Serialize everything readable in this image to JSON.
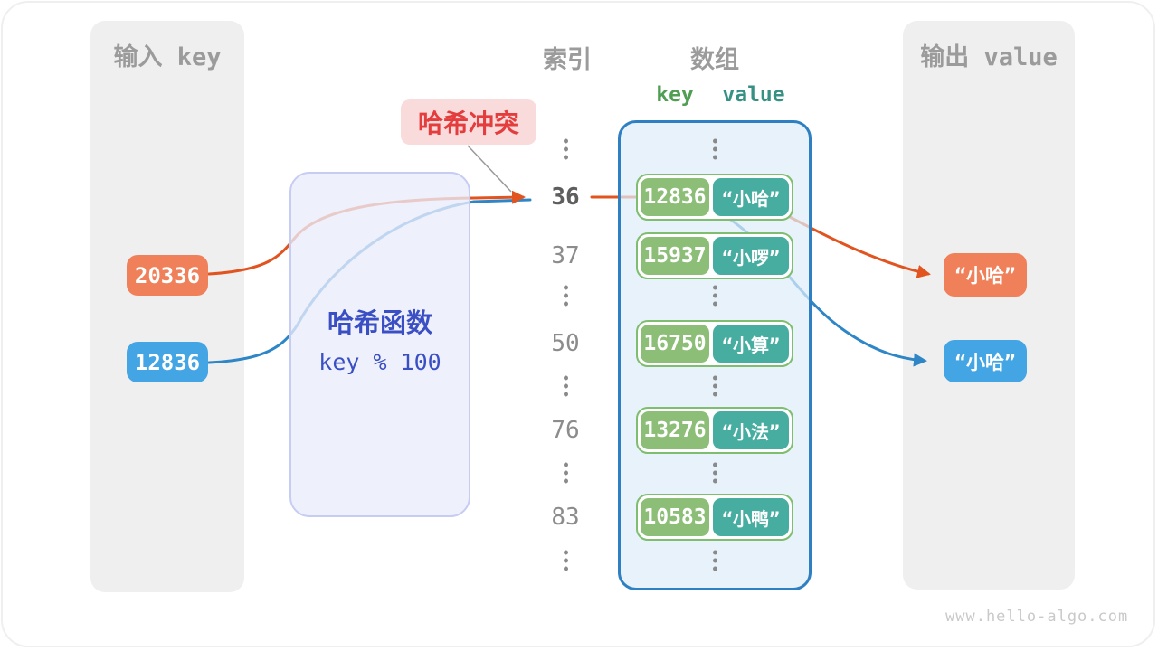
{
  "canvas": {
    "watermark": "www.hello-algo.com"
  },
  "colors": {
    "panel-bg": "#efefef",
    "panel-title": "#9b9b9b",
    "index-text": "#8c8c8c",
    "index-highlight": "#5e5e5e",
    "badge-orange": "#f0805a",
    "badge-blue": "#43a5e3",
    "arrow-orange": "#e2541f",
    "arrow-blue": "#2e86c6",
    "key-green": "#8cbe77",
    "pair-border": "#7fbd6f",
    "value-teal": "#47ada1",
    "key-header": "#4f9e51",
    "value-header": "#369184",
    "array-border": "#2e80c3",
    "hash-border": "#c6ccf2",
    "hash-text": "#3b4fc4",
    "collision-bg": "#f9dbdb",
    "collision-text": "#e43d3d",
    "callout-line": "#999999",
    "watermark": "#c9c9c9"
  },
  "input_panel": {
    "title": "输入 key",
    "keys": [
      {
        "label": "20336"
      },
      {
        "label": "12836"
      }
    ]
  },
  "hash_box": {
    "title": "哈希函数",
    "formula": "key % 100"
  },
  "collision_badge": {
    "label": "哈希冲突"
  },
  "index_column": {
    "title": "索引",
    "rows": [
      {
        "type": "dots"
      },
      {
        "type": "index",
        "label": "36",
        "highlight": true
      },
      {
        "type": "index",
        "label": "37"
      },
      {
        "type": "dots"
      },
      {
        "type": "index",
        "label": "50"
      },
      {
        "type": "dots"
      },
      {
        "type": "index",
        "label": "76"
      },
      {
        "type": "dots"
      },
      {
        "type": "index",
        "label": "83"
      },
      {
        "type": "dots"
      }
    ]
  },
  "array_column": {
    "title": "数组",
    "key_header": "key",
    "value_header": "value",
    "rows": [
      {
        "type": "dots"
      },
      {
        "type": "pair",
        "key": "12836",
        "value": "“小哈”"
      },
      {
        "type": "pair",
        "key": "15937",
        "value": "“小啰”"
      },
      {
        "type": "dots"
      },
      {
        "type": "pair",
        "key": "16750",
        "value": "“小算”"
      },
      {
        "type": "dots"
      },
      {
        "type": "pair",
        "key": "13276",
        "value": "“小法”"
      },
      {
        "type": "dots"
      },
      {
        "type": "pair",
        "key": "10583",
        "value": "“小鸭”"
      },
      {
        "type": "dots"
      }
    ]
  },
  "output_panel": {
    "title": "输出 value",
    "values": [
      {
        "label": "“小哈”"
      },
      {
        "label": "“小哈”"
      }
    ]
  }
}
